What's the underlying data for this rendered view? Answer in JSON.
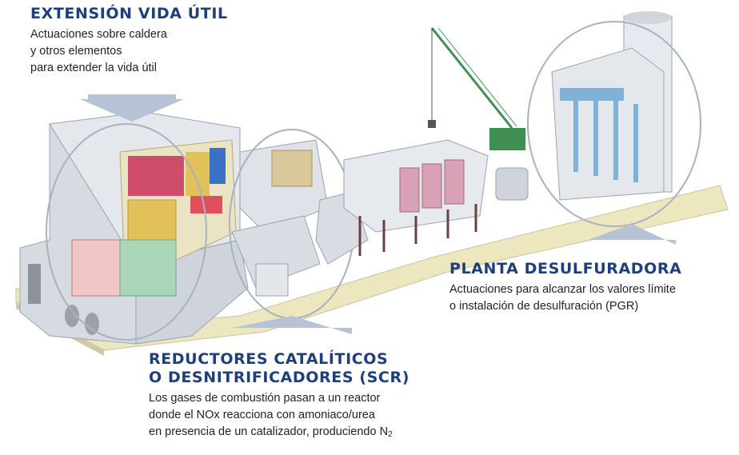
{
  "sections": {
    "extension": {
      "title": "EXTENSIÓN VIDA ÚTIL",
      "lines": [
        "Actuaciones sobre caldera",
        "y otros elementos",
        "para extender la vida útil"
      ]
    },
    "desulfurization": {
      "title": "PLANTA DESULFURADORA",
      "lines": [
        "Actuaciones para alcanzar los valores límite",
        "o instalación de desulfuración (PGR)"
      ]
    },
    "scr": {
      "title_lines": [
        "REDUCTORES CATALÍTICOS",
        "O DESNITRIFICADORES (SCR)"
      ],
      "lines": [
        "Los gases de combustión pasan a un reactor",
        "donde el NOx reacciona con amoniaco/urea",
        "en presencia de un catalizador, produciendo N"
      ],
      "subscript": "2"
    }
  },
  "colors": {
    "heading": "#1f3f7a",
    "arrow": "#b7c2d6",
    "walkway": "#ede7bf",
    "building": "#e4e7ec",
    "duct": "#d8dde4",
    "boiler_red": "#c8335a",
    "boiler_yellow": "#e2c15a",
    "crane": "#3f8f52",
    "desulf_pipes": "#7fb2d6"
  }
}
